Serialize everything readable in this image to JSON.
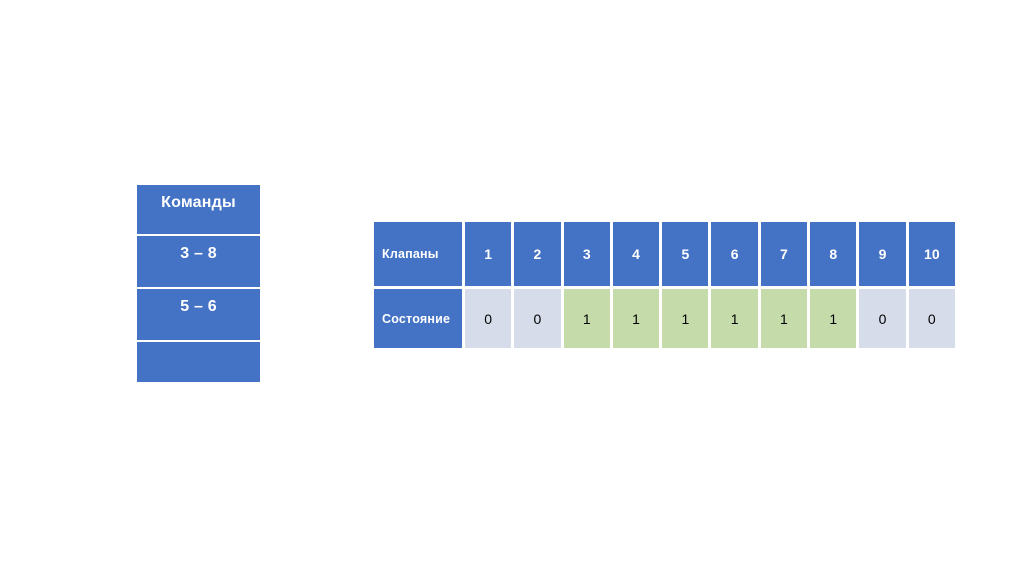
{
  "commands_panel": {
    "header": "Команды",
    "rows": [
      {
        "label": "3 – 8"
      },
      {
        "label": "5 – 6"
      },
      {
        "label": ""
      }
    ]
  },
  "valve_table": {
    "header_label": "Клапаны",
    "state_label": "Состояние",
    "columns": [
      "1",
      "2",
      "3",
      "4",
      "5",
      "6",
      "7",
      "8",
      "9",
      "10"
    ],
    "states": [
      "0",
      "0",
      "1",
      "1",
      "1",
      "1",
      "1",
      "1",
      "0",
      "0"
    ]
  },
  "colors": {
    "accent_blue": "#4472C4",
    "state_off": "#D6DCE9",
    "state_on": "#C5DCAA",
    "background": "#FFFFFF",
    "text_light": "#FFFFFF",
    "text_dark": "#000000"
  }
}
